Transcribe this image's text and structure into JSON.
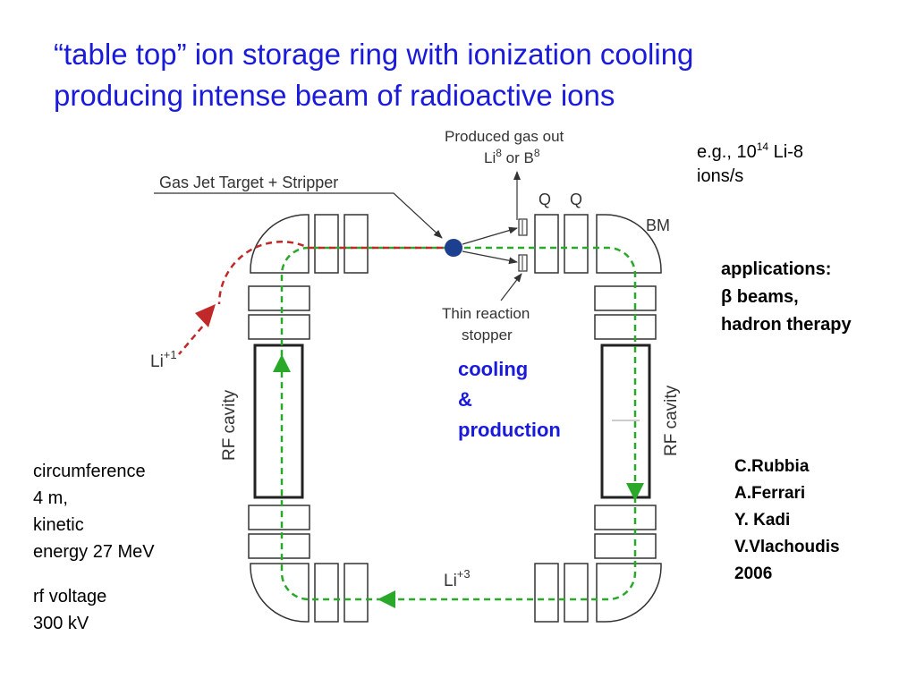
{
  "title": {
    "line1": "“table top” ion storage ring with ionization cooling",
    "line2": "producing intense beam of radioactive ions"
  },
  "example": {
    "line1_prefix": "e.g., 10",
    "line1_exp": "14",
    "line1_suffix": " Li-8",
    "line2": "ions/s"
  },
  "applications": {
    "heading": "applications:",
    "beta_symbol": "β",
    "line2_rest": " beams,",
    "line3": "hadron therapy"
  },
  "cooling": {
    "line1": "cooling",
    "line2": "&",
    "line3": "production"
  },
  "authors": [
    "C.Rubbia",
    "A.Ferrari",
    "Y. Kadi",
    "V.Vlachoudis",
    "2006"
  ],
  "params": {
    "line1": "circumference",
    "line2": "4 m,",
    "line3": "kinetic",
    "line4": "energy 27 MeV",
    "line5": "rf voltage",
    "line6": "300 kV"
  },
  "diagram": {
    "produced_line1": "Produced  gas out",
    "produced_line2_a": "Li",
    "produced_line2_sup1": "8",
    "produced_line2_b": " or B",
    "produced_line2_sup2": "8",
    "gas_jet_label": "Gas Jet  Target + Stripper",
    "q1": "Q",
    "q2": "Q",
    "bm": "BM",
    "thin_line1": "Thin reaction",
    "thin_line2": "stopper",
    "li1_base": "Li",
    "li1_sup": "+1",
    "li3_base": "Li",
    "li3_sup": "+3",
    "rf_left": "RF cavity",
    "rf_right": "RF cavity"
  },
  "colors": {
    "title": "#1a1adb",
    "injection_beam": "#c0282a",
    "stored_beam": "#2aa82a",
    "target": "#1d3f8f"
  }
}
